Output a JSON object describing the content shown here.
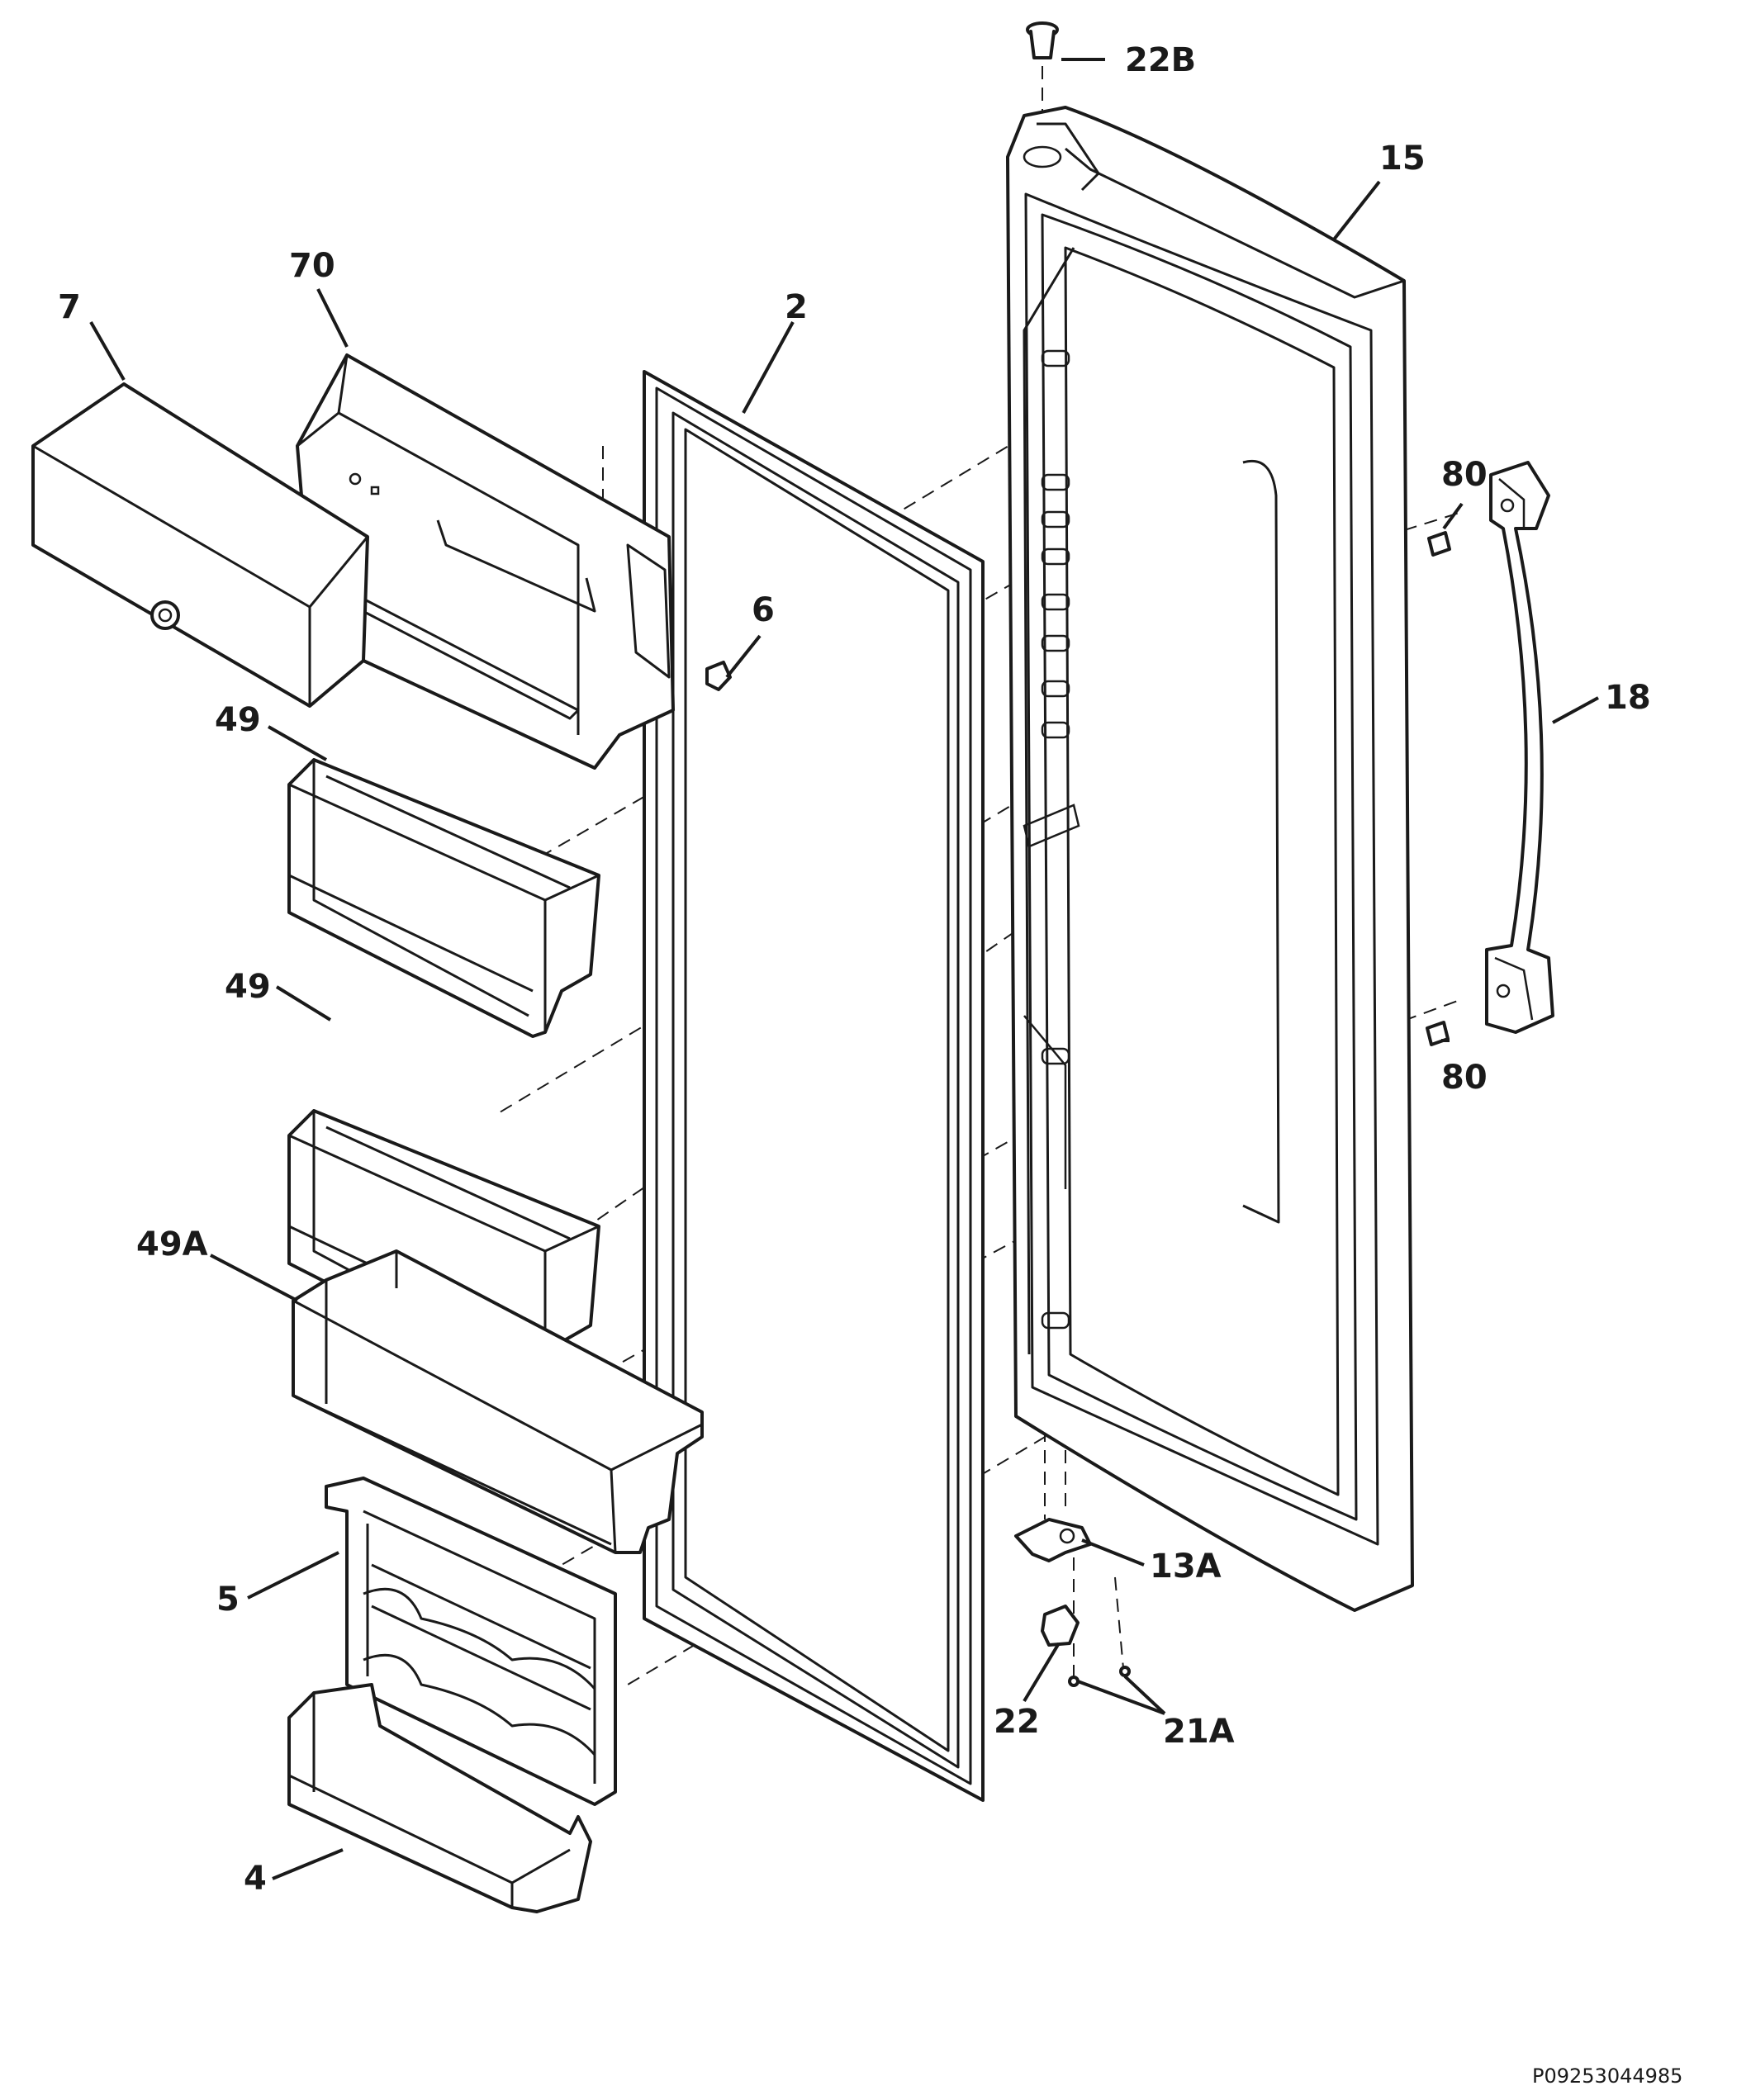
{
  "callouts": {
    "c22B": "22B",
    "c15": "15",
    "c70": "70",
    "c7": "7",
    "c2": "2",
    "c80_top": "80",
    "c6": "6",
    "c18": "18",
    "c49_top": "49",
    "c49_mid": "49",
    "c80_bottom": "80",
    "c49A": "49A",
    "c13A": "13A",
    "c5": "5",
    "c22": "22",
    "c21A": "21A",
    "c4": "4"
  },
  "document_id": "P09253044985",
  "colors": {
    "ink": "#1a1a1a",
    "paper": "#ffffff"
  }
}
